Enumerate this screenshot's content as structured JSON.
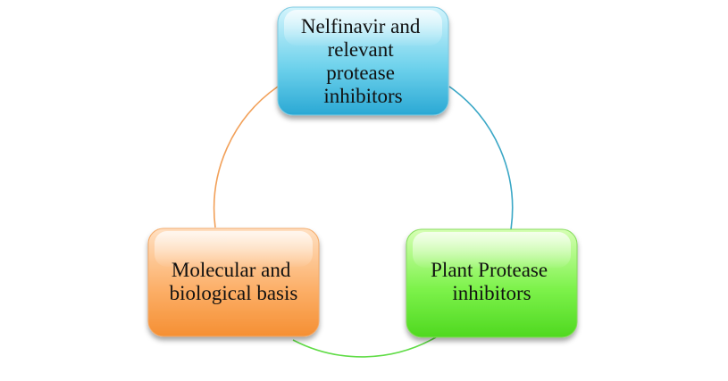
{
  "diagram": {
    "nodes": [
      {
        "id": "top",
        "lines": [
          "Nelfinavir and",
          "relevant",
          "protease",
          "inhibitors"
        ],
        "color_top": "#d3f4fc",
        "color_mid": "#6fd2ec",
        "color_bottom": "#2aa8d4"
      },
      {
        "id": "right",
        "lines": [
          "Plant Protease",
          "inhibitors"
        ],
        "color_top": "#d6ffb4",
        "color_mid": "#7df24b",
        "color_bottom": "#4fd820"
      },
      {
        "id": "left",
        "lines": [
          "Molecular and",
          "biological basis"
        ],
        "color_top": "#ffe0c2",
        "color_mid": "#fcb06a",
        "color_bottom": "#f58f33"
      }
    ],
    "connectors": [
      {
        "from": "top",
        "to": "right",
        "color": "#3aa7c6"
      },
      {
        "from": "right",
        "to": "left",
        "color": "#5fdc45"
      },
      {
        "from": "left",
        "to": "top",
        "color": "#f2a15a"
      }
    ]
  }
}
